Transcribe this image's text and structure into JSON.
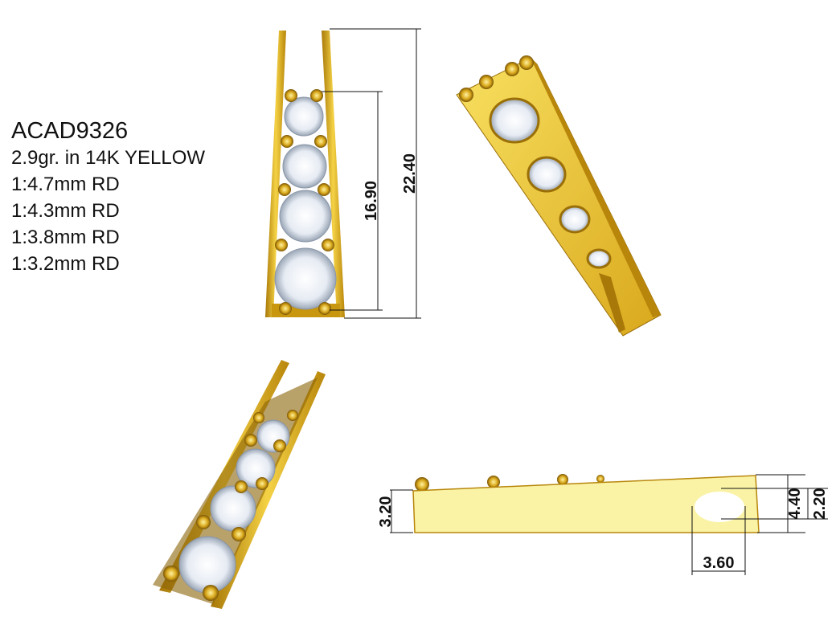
{
  "specs": {
    "model": "ACAD9326",
    "weight_metal": "2.9gr.  in 14K YELLOW",
    "stones": [
      "1:4.7mm RD",
      "1:4.3mm RD",
      "1:3.8mm RD",
      "1:3.2mm RD"
    ]
  },
  "dimensions": {
    "inner_length": "16.90",
    "total_length": "22.40",
    "side_height_front": "3.20",
    "side_height_back": "4.40",
    "hole_height": "2.20",
    "hole_width": "3.60"
  },
  "colors": {
    "gold": "#d9a81c",
    "gold_dark": "#9a6f08",
    "gold_light": "#f7e27a",
    "side_fill": "#faf3a6",
    "diamond": "#eef2f8"
  }
}
